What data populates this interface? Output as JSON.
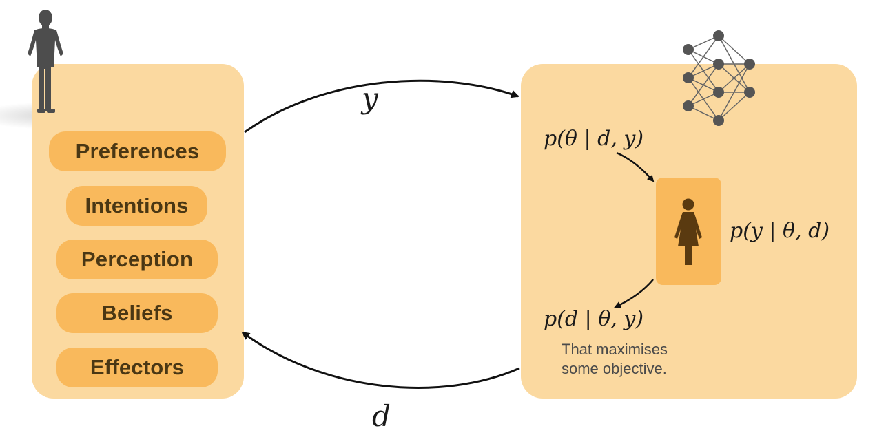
{
  "left_panel": {
    "items": [
      "Preferences",
      "Intentions",
      "Perception",
      "Beliefs",
      "Effectors"
    ]
  },
  "arrows": {
    "top_label": "y",
    "bottom_label": "d"
  },
  "right_panel": {
    "posterior": "p(θ | d, y)",
    "likelihood": "p(y | θ, d)",
    "design": "p(d | θ, y)",
    "note_line1": "That maximises",
    "note_line2": "some objective."
  },
  "colors": {
    "panel": "#fbd9a0",
    "pill": "#f9b95c",
    "pill_text": "#4a3714",
    "human_figure": "#4d4d4d",
    "inner_figure": "#5a3a10",
    "network_node": "#555555"
  },
  "icons": [
    "person-standing-icon",
    "neural-network-icon",
    "person-icon"
  ]
}
